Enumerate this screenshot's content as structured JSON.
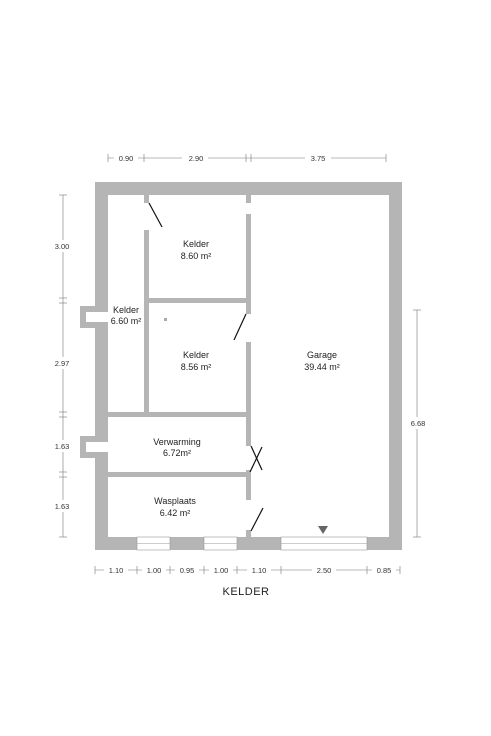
{
  "plan_title": "KELDER",
  "rooms": [
    {
      "name": "Kelder",
      "area": "8.60 m²"
    },
    {
      "name": "Kelder",
      "area": "6.60 m²"
    },
    {
      "name": "Kelder",
      "area": "8.56 m²"
    },
    {
      "name": "Garage",
      "area": "39.44 m²"
    },
    {
      "name": "Verwarming",
      "area": "6.72m²"
    },
    {
      "name": "Wasplaats",
      "area": "6.42 m²"
    }
  ],
  "dimensions": {
    "top": [
      "0.90",
      "2.90",
      "3.75"
    ],
    "left": [
      "3.00",
      "2.97",
      "1.63",
      "1.63"
    ],
    "right": [
      "6.68"
    ],
    "bottom": [
      "1.10",
      "1.00",
      "0.95",
      "1.00",
      "1.10",
      "2.50",
      "0.85"
    ]
  }
}
